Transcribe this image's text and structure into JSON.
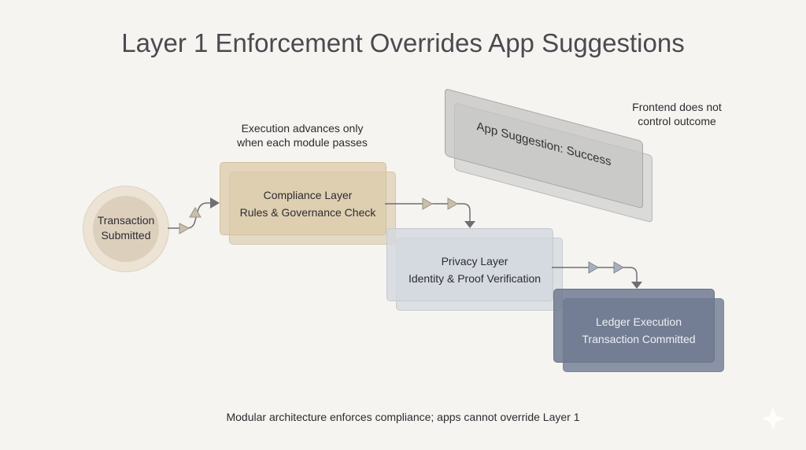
{
  "title": "Layer 1 Enforcement Overrides App Suggestions",
  "annotations": {
    "execution_note": [
      "Execution advances only",
      "when each module passes"
    ],
    "frontend_note": [
      "Frontend does not",
      "control outcome"
    ],
    "footer": "Modular architecture enforces compliance; apps cannot override Layer 1"
  },
  "nodes": {
    "start": {
      "line1": "Transaction",
      "line2": "Submitted"
    },
    "compliance": {
      "title": "Compliance Layer",
      "subtitle": "Rules & Governance Check"
    },
    "privacy": {
      "title": "Privacy Layer",
      "subtitle": "Identity & Proof Verification"
    },
    "ledger": {
      "title": "Ledger Execution",
      "subtitle": "Transaction Committed"
    },
    "app_suggestion": {
      "label": "App Suggestion: Success"
    }
  },
  "colors": {
    "compliance": "#dccbab",
    "privacy": "#d3d7de",
    "ledger": "#6f7a90",
    "suggestion": "#c8c8c8"
  }
}
